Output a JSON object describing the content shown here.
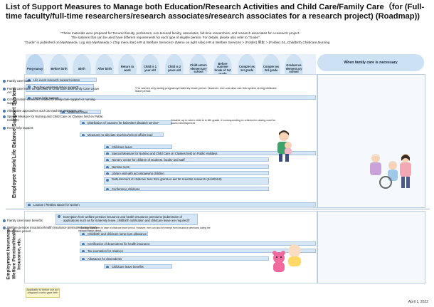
{
  "title": "List of Support Measures to Manage both Education/Research Activities and Child Care/Family Care（for (Full-time faculty/full-time researchers/research associates/research associates for a research project) (Roadmap))",
  "notes": [
    "*These materials were prepared for Tenured faculty, professors, non-tenured faculty, associates, full-time researchers, and research associates for a research project.",
    "The systems that can be used have different requirements for each type of eligible person. For details, please also refer to \"Guide\".",
    "\"Guide\" is published on MyWaseda. Log into MyWaseda > (Top menu bar) HR & Welfare Services> (Menu on right side) HR & Welfare Services > (Folder) 厚生 > (Folder) 01_Childbirth,Childcare,Nursing"
  ],
  "stages": [
    "Preg-nancy",
    "Before birth",
    "Birth",
    "After birth",
    "Return to work",
    "Child is 1 year old",
    "Child is 2 years old",
    "Child enters elemen-tary school",
    "Before summer break of 1st grade",
    "Comple tes 1st grade",
    "Comple tes 3rd grade",
    "Graduat es element ary school"
  ],
  "when_care": "When family care is necessary",
  "sections": {
    "s1": "Employee Work/Life Balance Support System",
    "s2": "Employment Insurance/\nWelfare Pension/Health\nInsurance, etc."
  },
  "s1_bars": [
    "Life event research support system",
    "Teaching assistant duties support*",
    "Home help support",
    "Maternity leave",
    "Distribution of coupons for babysitter dispatch service*",
    "Measures to alleviate teaching/school affairs load",
    "Childcare leave",
    "Special Measure for Nursing and Child Care on Classes held on Public Holidays",
    "Nursery center for children of students, faculty and staff",
    "Nursing room",
    "Library visit with accompanying children",
    "Disbursement of childcare fees from grants-in-aid for scientific research (KAKENHI)",
    "Conference childcare",
    "Lounge / Resting space for women"
  ],
  "s1_stars": [
    "*For women only during pregnancy/maternity leave period. However, men can also use this system during childcare leave period.",
    "*Usable up to when child is in 6th grade, if corresponding to criteria for raising cost for sound development"
  ],
  "s2_bars": [
    "Exemption from welfare pension insurance and health insurance premiums (submission of applications such as for maternity leave, childbirth notification and childcare leave are required)*",
    "Childbirth and childcare lump-sum allowance",
    "Certification of dependents for health insurance",
    "Tax exemption for relatives",
    "Allowance for dependents",
    "Childcare leave benefits"
  ],
  "s2_star": "*For women and men in case of childcare leave period. However, men can also be exempt from insurance premiums during the childcare leave period.",
  "r1_items": [
    "Family care leave",
    "Family care leave as specified in Child Care and Family Care Leave Act",
    "Consideration measures related to family care support or nursing support",
    "Alternative approaches such as teaching assistants, etc.",
    "Special Measure for Nursing and Child Care on Classes held on Public Holidays",
    "Home help support"
  ],
  "r2_items": [
    "Family care leave benefits",
    "Welfare pension insurance/health insurance premium during family care leave period"
  ],
  "legend": "Applicable to before one are pregnant or who gave birth",
  "date": "April 1, 2022",
  "colors": {
    "bar": "#d6e6f5",
    "stage": "#cfe2f3",
    "accent": "#4a78b0",
    "legend": "#fff8cf"
  }
}
